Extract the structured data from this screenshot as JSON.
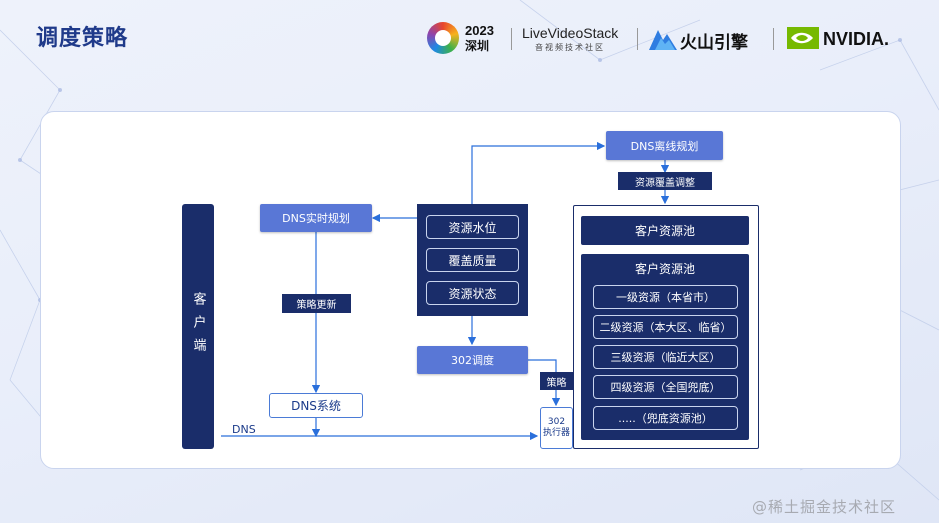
{
  "header": {
    "title": "调度策略",
    "logo_year": "2023",
    "logo_city": "深圳",
    "logo_livevideostack": "LiveVideoStack",
    "logo_livevideostack_sub": "音视频技术社区",
    "logo_volcengine": "火山引擎",
    "logo_nvidia": "NVIDIA."
  },
  "diagram": {
    "client_label": "客户端",
    "dns_realtime_planning": "DNS实时规划",
    "strategy_update": "策略更新",
    "dns_system": "DNS系统",
    "dns_flow_label": "DNS",
    "resource_items": [
      "资源水位",
      "覆盖质量",
      "资源状态"
    ],
    "dispatch_302": "302调度",
    "strategy": "策略",
    "executor_line1": "302",
    "executor_line2": "执行器",
    "dns_offline_planning": "DNS离线规划",
    "resource_coverage_adjust": "资源覆盖调整",
    "customer_pool_1": "客户资源池",
    "customer_pool_2": "客户资源池",
    "tiers": [
      "一级资源（本省市）",
      "二级资源（本大区、临省）",
      "三级资源（临近大区）",
      "四级资源（全国兜底）",
      ".....（兜底资源池）"
    ]
  },
  "watermark": "@稀土掘金技术社区",
  "colors": {
    "dark_navy": "#1a2d6a",
    "accent_blue": "#5977d6",
    "line_blue": "#2a6fdb",
    "title_blue": "#1f3a8a"
  }
}
